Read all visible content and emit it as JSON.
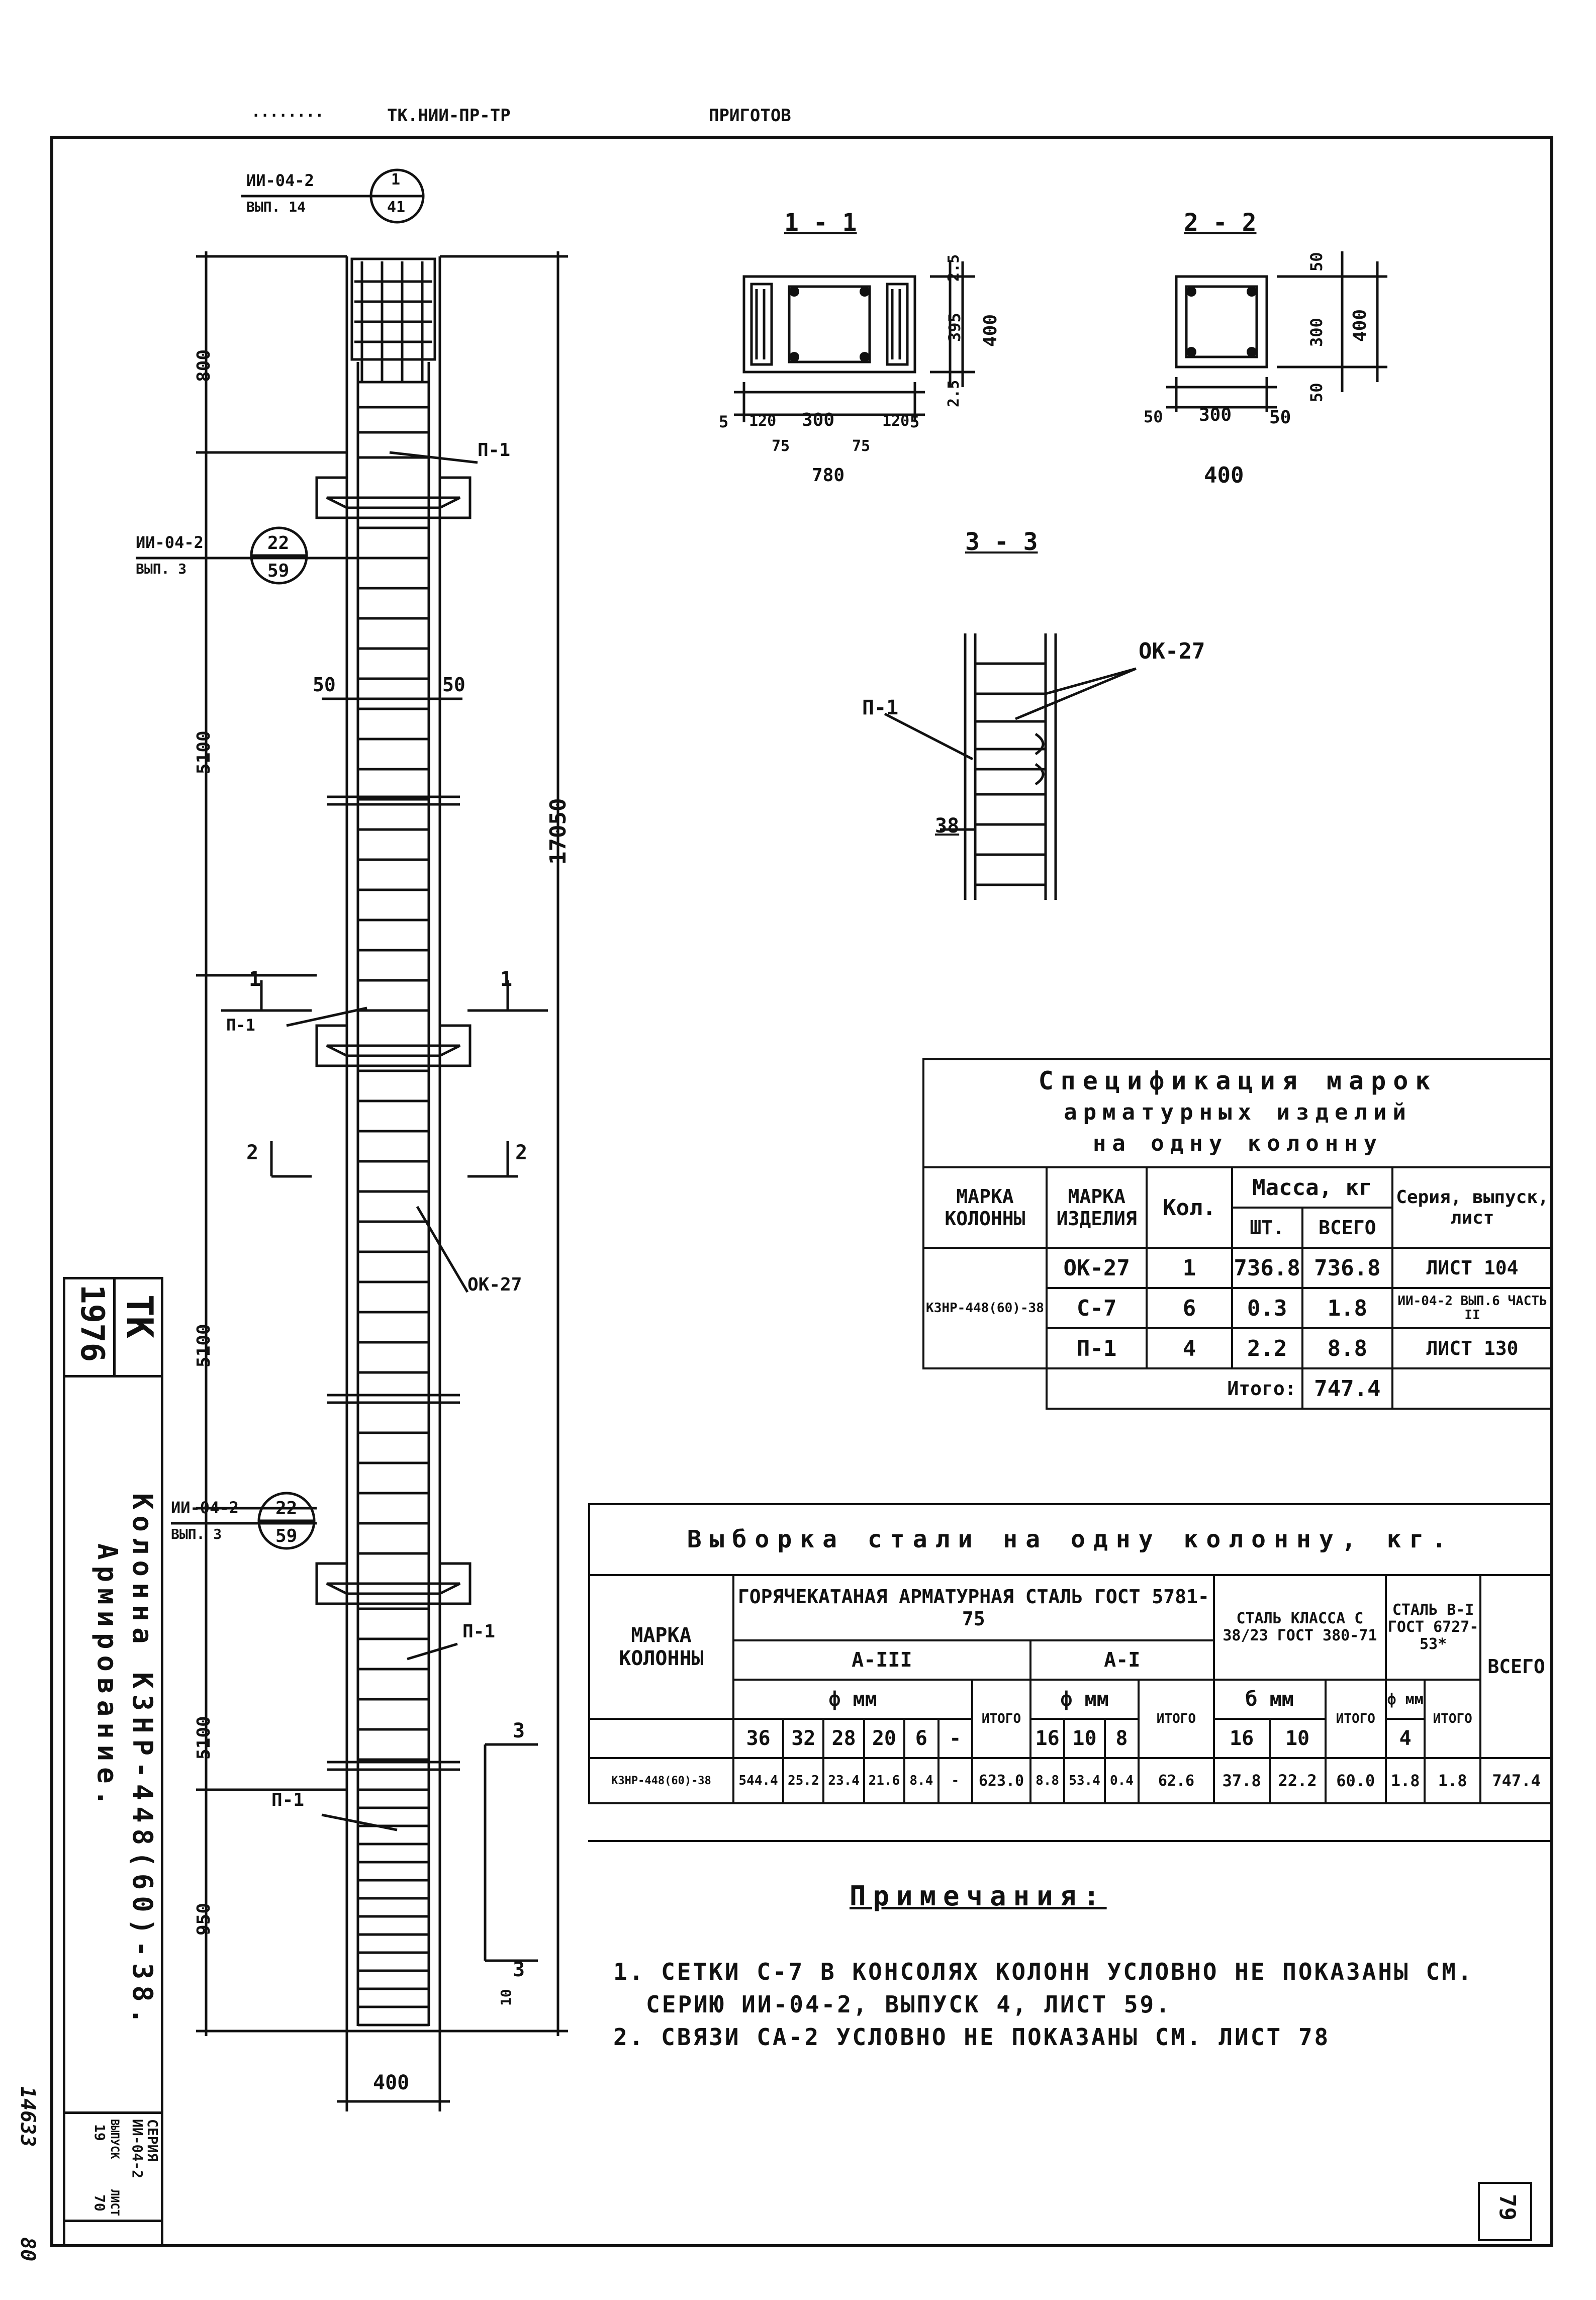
{
  "header": {
    "top_strip": "ТК.НИИ-ПР-ТР",
    "top_strip_right": "ПРИГОТОВ"
  },
  "column_elevation": {
    "ref_top": {
      "series": "ИИ-04-2",
      "issue": "ВЫП. 14",
      "num": "1",
      "sheet": "41"
    },
    "ref_mid": {
      "series": "ИИ-04-2",
      "issue": "ВЫП. 3",
      "num": "22",
      "sheet": "59"
    },
    "ref_bot": {
      "series": "ИИ-04-2",
      "issue": "ВЫП. 3",
      "num": "22",
      "sheet": "59"
    },
    "dims": [
      "800",
      "5100",
      "5100",
      "5100",
      "950",
      "17050",
      "400",
      "50",
      "50",
      "10"
    ],
    "labels": {
      "p1": "П-1",
      "ok27": "ОК-27",
      "sec1": "1",
      "sec2": "2",
      "sec3": "3"
    }
  },
  "section_1_1": {
    "title": "1 - 1",
    "dims_bottom": [
      "5",
      "120",
      "300",
      "120",
      "5"
    ],
    "dims_bottom2": [
      "75",
      "75"
    ],
    "total": "780",
    "dims_right": [
      "2.5",
      "395",
      "2.5",
      "400"
    ]
  },
  "section_2_2": {
    "title": "2 - 2",
    "dims_bottom": [
      "50",
      "300",
      "50"
    ],
    "total": "400",
    "dims_right": [
      "50",
      "300",
      "50",
      "400"
    ]
  },
  "section_3_3": {
    "title": "3 - 3",
    "labels": [
      "ОК-27",
      "П-1",
      "38"
    ]
  },
  "spec_table": {
    "title_lines": [
      "Спецификация марок",
      "арматурных изделий",
      "на одну колонну"
    ],
    "headers": [
      "МАРКА КОЛОННЫ",
      "МАРКА ИЗДЕЛИЯ",
      "Кол.",
      "Масса, кг",
      "Серия, выпуск, лист"
    ],
    "mass_sub": [
      "ШТ.",
      "ВСЕГО"
    ],
    "column_mark": "КЗНР-448(60)-38",
    "rows": [
      {
        "item": "ОК-27",
        "qty": "1",
        "unit": "736.8",
        "total": "736.8",
        "series": "ЛИСТ 104"
      },
      {
        "item": "С-7",
        "qty": "6",
        "unit": "0.3",
        "total": "1.8",
        "series": "ИИ-04-2 ВЫП.6 ЧАСТЬ II"
      },
      {
        "item": "П-1",
        "qty": "4",
        "unit": "2.2",
        "total": "8.8",
        "series": "ЛИСТ 130"
      }
    ],
    "total_label": "Итого:",
    "total_value": "747.4"
  },
  "steel_table": {
    "title": "Выборка стали на одну колонну, кг.",
    "mark_header": "МАРКА КОЛОННЫ",
    "hot_rolled": "ГОРЯЧЕКАТАНАЯ АРМАТУРНАЯ СТАЛЬ ГОСТ 5781-75",
    "class_a3": "А-III",
    "class_a1": "А-I",
    "steel_c38": "СТАЛЬ КЛАССА С 38/23 ГОСТ 380-71",
    "steel_b1": "СТАЛЬ В-I ГОСТ 6727-53*",
    "phi_mm": "ф мм",
    "delta_mm": "б мм",
    "itogo": "ИТОГО",
    "vsego": "ВСЕГО",
    "diam_a3": [
      "36",
      "32",
      "28",
      "20",
      "6",
      "-"
    ],
    "diam_a1": [
      "16",
      "10",
      "8"
    ],
    "diam_c38": [
      "16",
      "10"
    ],
    "diam_b1": "4",
    "row": {
      "mark": "КЗНР-448(60)-38",
      "a3": [
        "544.4",
        "25.2",
        "23.4",
        "21.6",
        "8.4",
        "-"
      ],
      "a3_total": "623.0",
      "a1": [
        "8.8",
        "53.4",
        "0.4"
      ],
      "a1_total": "62.6",
      "c38": [
        "37.8",
        "22.2"
      ],
      "c38_total": "60.0",
      "b1": "1.8",
      "b1_total": "1.8",
      "total": "747.4"
    }
  },
  "notes": {
    "title": "Примечания:",
    "lines": [
      "1. СЕТКИ С-7 В КОНСОЛЯХ КОЛОНН УСЛОВНО НЕ ПОКАЗАНЫ СМ.",
      "СЕРИЮ ИИ-04-2, ВЫПУСК 4, ЛИСТ 59.",
      "2. СВЯЗИ СА-2 УСЛОВНО НЕ ПОКАЗАНЫ СМ. ЛИСТ 78"
    ]
  },
  "side_stamp": {
    "tk": "ТК",
    "year": "1976",
    "name_line1": "Колонна КЗНР-448(60)-38.",
    "name_line2": "Армирование.",
    "series_label": "СЕРИЯ",
    "series_value": "ИИ-04-2",
    "issue_label": "ВЫПУСК",
    "issue_value": "19",
    "sheet_label": "ЛИСТ",
    "sheet_value": "70",
    "handwritten_num": "14633",
    "page_corner": "80"
  },
  "page_number": "79"
}
